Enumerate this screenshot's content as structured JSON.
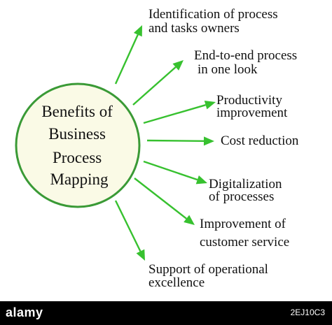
{
  "center": {
    "lines": [
      "Benefits of",
      "Business",
      "Process",
      "Mapping"
    ],
    "fill": "#fafae6",
    "stroke": "#3a9a36"
  },
  "benefits": [
    {
      "lines": [
        "Identification of process",
        "and tasks owners"
      ]
    },
    {
      "lines": [
        "End-to-end process",
        "in one look"
      ]
    },
    {
      "lines": [
        "Productivity",
        "improvement"
      ]
    },
    {
      "lines": [
        "Cost reduction"
      ]
    },
    {
      "lines": [
        "Digitalization",
        "of processes"
      ]
    },
    {
      "lines": [
        "Improvement of",
        "customer service"
      ]
    },
    {
      "lines": [
        "Support of operational",
        "excellence"
      ]
    }
  ],
  "arrow_color": "#37c12f",
  "footer": {
    "brand": "alamy",
    "image_id": "2EJ10C3"
  }
}
